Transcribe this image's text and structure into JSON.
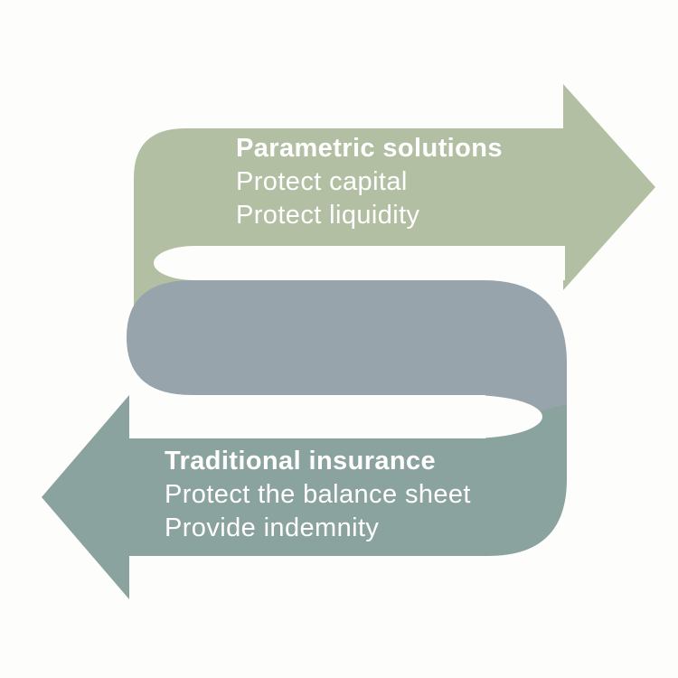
{
  "page": {
    "background": "#fdfdfb"
  },
  "diagram": {
    "type": "s-curve-flow",
    "top_arrow": {
      "direction": "right",
      "color": "#b3bfa3",
      "text_color": "#ffffff",
      "title": "Parametric solutions",
      "lines": [
        "Protect capital",
        "Protect liquidity"
      ]
    },
    "connector": {
      "color": "#98a4ac"
    },
    "bottom_arrow": {
      "direction": "left",
      "color": "#8ba39e",
      "text_color": "#ffffff",
      "title": "Traditional insurance",
      "lines": [
        "Protect the balance sheet",
        "Provide indemnity"
      ]
    },
    "notch_color": "#fdfdfb"
  }
}
